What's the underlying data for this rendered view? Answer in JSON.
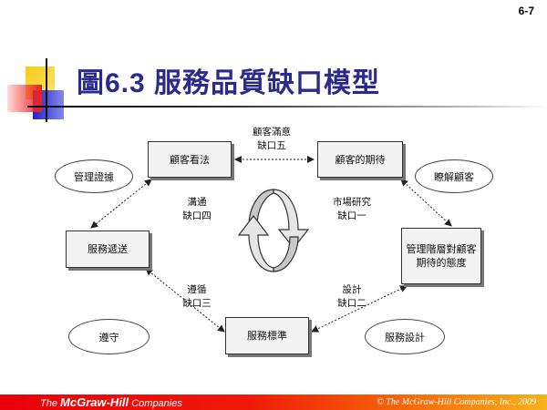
{
  "page_number": "6-7",
  "title": "圖6.3 服務品質缺口模型",
  "diagram": {
    "boxes": {
      "customer_perception": "顧客看法",
      "customer_expectation": "顧客的期待",
      "service_delivery": "服務遞送",
      "management_perception": "管理階層對顧客期待的態度",
      "service_standards": "服務標準"
    },
    "ellipses": {
      "management_evidence": "管理證據",
      "understand_customer": "瞭解顧客",
      "conformance": "遵守",
      "service_design": "服務設計"
    },
    "gaps": {
      "gap5": {
        "label": "顧客滿意",
        "gap": "缺口五"
      },
      "gap4": {
        "label": "溝通",
        "gap": "缺口四"
      },
      "gap1": {
        "label": "市場研究",
        "gap": "缺口一"
      },
      "gap3": {
        "label": "遵循",
        "gap": "缺口三"
      },
      "gap2": {
        "label": "設計",
        "gap": "缺口二"
      }
    }
  },
  "footer": {
    "brand_prefix": "The",
    "brand_name": "McGraw-Hill",
    "brand_suffix": "Companies",
    "copyright": "© The McGraw-Hill Companies, Inc., 2009"
  },
  "colors": {
    "title": "#2a2a8c",
    "footer_start": "#e8000a",
    "footer_end": "#f7b21a"
  }
}
